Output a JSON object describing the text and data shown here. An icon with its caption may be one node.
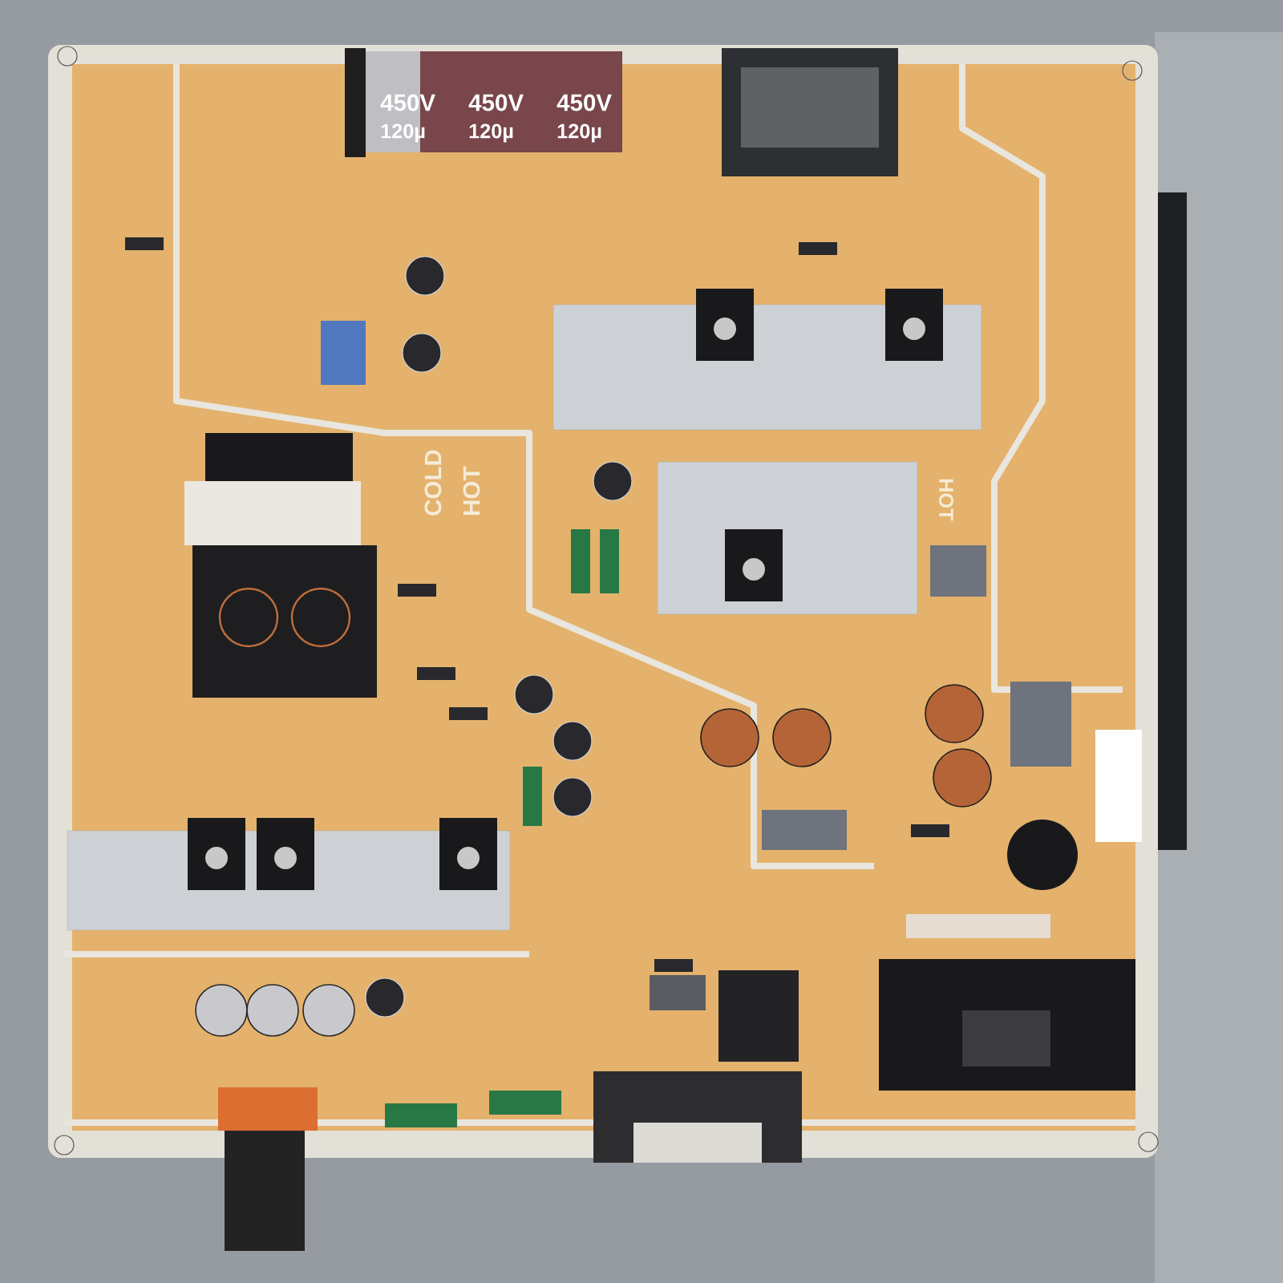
{
  "diagram": {
    "labels": [
      "450V",
      "450V",
      "450V",
      "120µ",
      "120µ",
      "120µ",
      "COLD",
      "HOT",
      "HOT"
    ]
  }
}
